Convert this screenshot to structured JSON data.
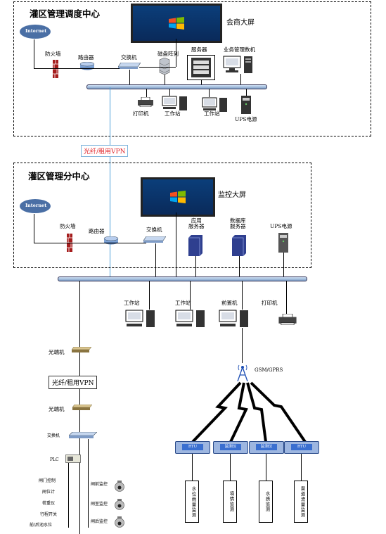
{
  "top_center": {
    "title": "灌区管理调度中心",
    "screen_label": "会商大屏",
    "devices": {
      "internet": "Internet",
      "firewall": "防火墙",
      "router": "路由器",
      "switch": "交换机",
      "disk_array": "磁盘阵列",
      "server": "服务器",
      "business_server": "业务管理数机",
      "printer": "打印机",
      "workstation1": "工作站",
      "workstation2": "工作站",
      "ups": "UPS电源"
    }
  },
  "vpn_top": "光纤/租用VPN",
  "sub_center": {
    "title": "灌区管理分中心",
    "screen_label": "监控大屏",
    "devices": {
      "internet": "Internet",
      "firewall": "防火墙",
      "router": "路由器",
      "switch": "交换机",
      "app_server": "应用\n服务器",
      "db_server": "数据库\n服务器",
      "ups": "UPS电源"
    }
  },
  "lower": {
    "workstation1": "工作站",
    "workstation2": "工作站",
    "front_machine": "前置机",
    "printer": "打印机",
    "optical1": "光端机",
    "vpn": "光纤/租用VPN",
    "optical2": "光端机",
    "switch": "交换机",
    "plc": "PLC",
    "gsm": "GSM/GPRS",
    "field_left": [
      "闸门控制",
      "闸位计",
      "荷重仪",
      "行程开关",
      "前/后池水位"
    ],
    "cameras": [
      "闸前监控",
      "闸室监控",
      "闸后监控"
    ],
    "rtus": [
      "RTU",
      "监测仪",
      "监测仪",
      "RTU"
    ],
    "stations": [
      "水位雨量监测",
      "墒情监测",
      "水质监测",
      "渠道流量监测"
    ]
  }
}
